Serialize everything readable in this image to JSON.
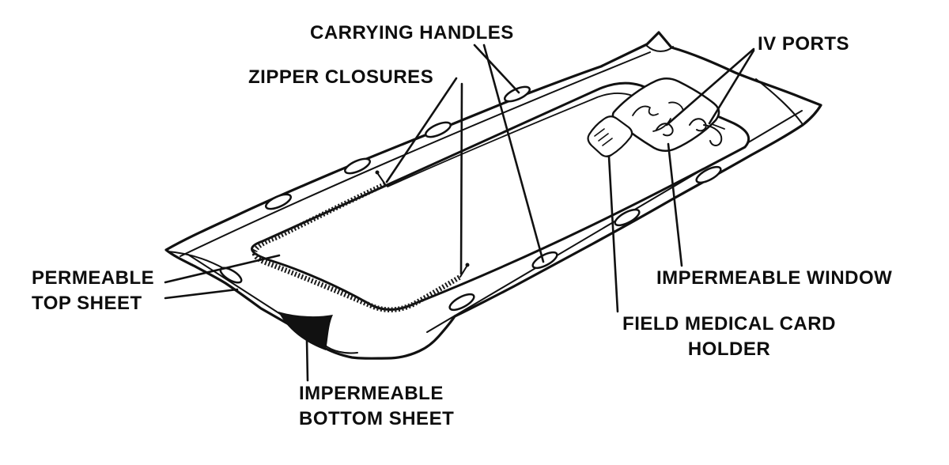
{
  "figure": {
    "background_color": "#ffffff",
    "ink_color": "#111111",
    "subject": "patient-litter-diagram"
  },
  "labels": {
    "carrying_handles": {
      "text": "CARRYING HANDLES"
    },
    "zipper_closures": {
      "text": "ZIPPER CLOSURES"
    },
    "iv_ports": {
      "text": "IV PORTS"
    },
    "permeable_top_sheet": {
      "line1": "PERMEABLE",
      "line2": "TOP SHEET"
    },
    "impermeable_window": {
      "text": "IMPERMEABLE WINDOW"
    },
    "field_medical_card_holder": {
      "line1": "FIELD MEDICAL CARD",
      "line2": "HOLDER"
    },
    "impermeable_bottom_sheet": {
      "line1": "IMPERMEABLE",
      "line2": "BOTTOM SHEET"
    }
  }
}
